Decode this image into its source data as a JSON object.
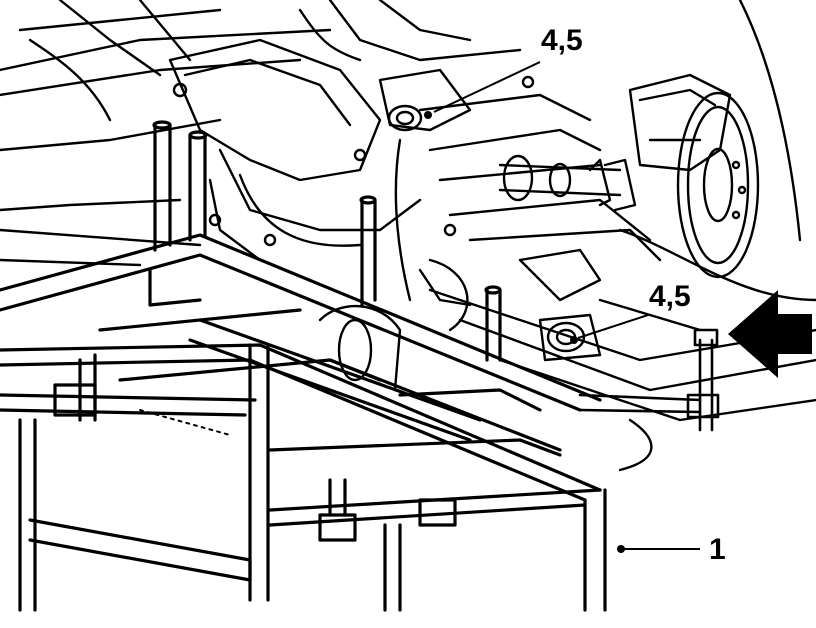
{
  "callouts": {
    "upper_mount": "4,5",
    "lower_mount": "4,5",
    "support_frame": "1"
  },
  "colors": {
    "ink": "#000000",
    "paper": "#ffffff"
  },
  "icons": {
    "direction_arrow": "arrow-left-icon"
  }
}
